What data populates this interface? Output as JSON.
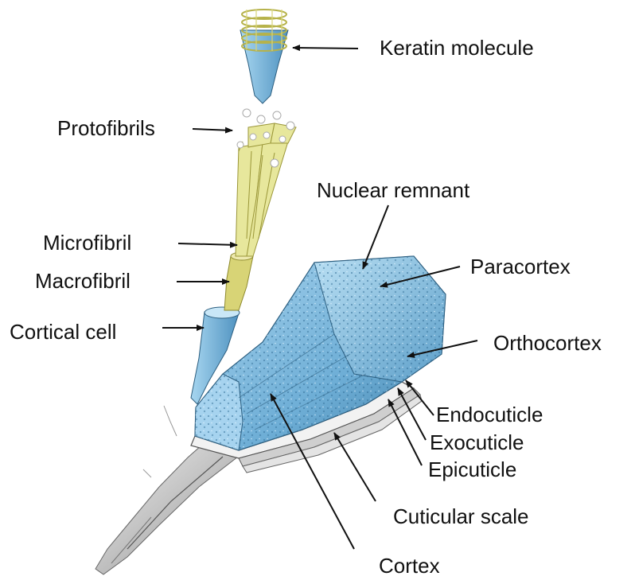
{
  "colors": {
    "background": "#ffffff",
    "hair_blue": "#7fb8dd",
    "hair_blue_dark": "#3f7ea6",
    "fibril_yellow": "#e4e49a",
    "cuticle_grey": "#d8d8d8",
    "label_text": "#111111"
  },
  "labels": {
    "keratin_molecule": "Keratin molecule",
    "protofibrils": "Protofibrils",
    "nuclear_remnant": "Nuclear remnant",
    "microfibril": "Microfibril",
    "macrofibril": "Macrofibril",
    "paracortex": "Paracortex",
    "cortical_cell": "Cortical cell",
    "orthocortex": "Orthocortex",
    "endocuticle": "Endocuticle",
    "exocuticle": "Exocuticle",
    "epicuticle": "Epicuticle",
    "cuticular_scale": "Cuticular scale",
    "cortex": "Cortex"
  }
}
